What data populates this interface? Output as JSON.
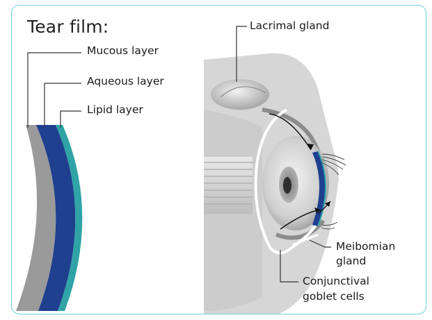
{
  "title": "Tear film:",
  "labels": {
    "mucous": "Mucous layer",
    "aqueous": "Aqueous layer",
    "lipid": "Lipid layer",
    "lacrimal": "Lacrimal gland",
    "meibomian_1": "Meibomian",
    "meibomian_2": "gland",
    "goblet_1": "Conjunctival",
    "goblet_2": "goblet cells"
  },
  "colors": {
    "frame": "#6fcde0",
    "mucous": "#9a9a9a",
    "aqueous": "#1f3f8f",
    "lipid": "#2fa3a6",
    "tissue": "#d6d6d6"
  }
}
